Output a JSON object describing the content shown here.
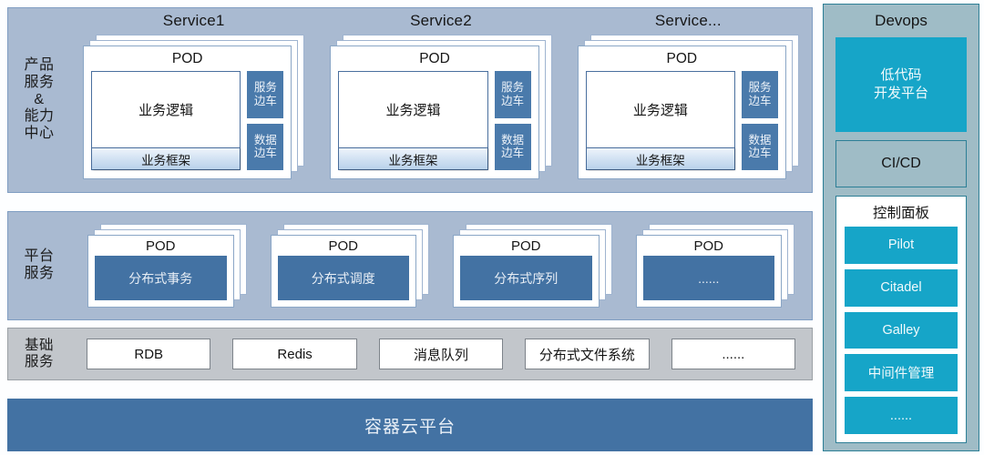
{
  "colors": {
    "band_blue_bg": "#a9bad1",
    "band_gray_bg": "#c2c6cb",
    "band_border": "#7f9dc2",
    "sidecar_blue": "#4a7aab",
    "chip_blue": "#4372a3",
    "devops_panel_bg": "#9fbcc6",
    "devops_border": "#2d7f96",
    "devops_accent": "#16a5c8",
    "card_white": "#ffffff"
  },
  "bands": {
    "services": {
      "label_lines": [
        "产品",
        "服务",
        "&",
        "能力",
        "中心"
      ],
      "columns": [
        {
          "title": "Service1",
          "pod_title": "POD",
          "business_logic": "业务逻辑",
          "business_framework": "业务框架",
          "sidecars": [
            {
              "line1": "服务",
              "line2": "边车"
            },
            {
              "line1": "数据",
              "line2": "边车"
            }
          ]
        },
        {
          "title": "Service2",
          "pod_title": "POD",
          "business_logic": "业务逻辑",
          "business_framework": "业务框架",
          "sidecars": [
            {
              "line1": "服务",
              "line2": "边车"
            },
            {
              "line1": "数据",
              "line2": "边车"
            }
          ]
        },
        {
          "title": "Service...",
          "pod_title": "POD",
          "business_logic": "业务逻辑",
          "business_framework": "业务框架",
          "sidecars": [
            {
              "line1": "服务",
              "line2": "边车"
            },
            {
              "line1": "数据",
              "line2": "边车"
            }
          ]
        }
      ]
    },
    "platform": {
      "label_lines": [
        "平台",
        "服务"
      ],
      "cells": [
        {
          "pod_title": "POD",
          "chip": "分布式事务"
        },
        {
          "pod_title": "POD",
          "chip": "分布式调度"
        },
        {
          "pod_title": "POD",
          "chip": "分布式序列"
        },
        {
          "pod_title": "POD",
          "chip": "......"
        }
      ]
    },
    "infra": {
      "label_lines": [
        "基础",
        "服务"
      ],
      "boxes": [
        "RDB",
        "Redis",
        "消息队列",
        "分布式文件系统",
        "......"
      ]
    }
  },
  "container_bar": {
    "label": "容器云平台"
  },
  "devops": {
    "title": "Devops",
    "lowcode": {
      "line1": "低代码",
      "line2": "开发平台"
    },
    "cicd": "CI/CD",
    "console": {
      "title": "控制面板",
      "items": [
        "Pilot",
        "Citadel",
        "Galley",
        "中间件管理",
        "......"
      ]
    }
  }
}
